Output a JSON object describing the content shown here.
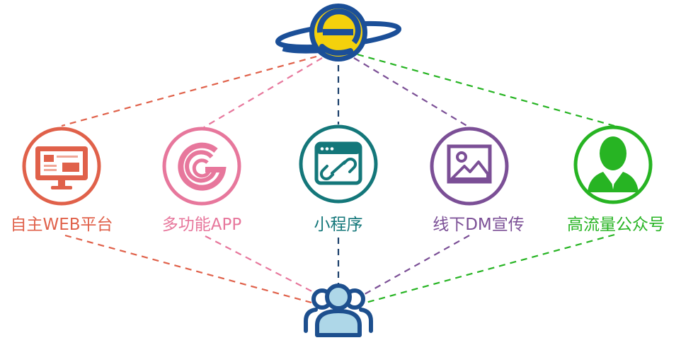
{
  "nodes": [
    {
      "key": "web",
      "label": "自主WEB平台",
      "color": "#e0614a",
      "icon": "monitor-icon"
    },
    {
      "key": "app",
      "label": "多功能APP",
      "color": "#e7779c",
      "icon": "g-logo-icon"
    },
    {
      "key": "mini",
      "label": "小程序",
      "color": "#14777a",
      "icon": "mini-program-icon"
    },
    {
      "key": "dm",
      "label": "线下DM宣传",
      "color": "#7b4f96",
      "icon": "image-icon"
    },
    {
      "key": "wechat",
      "label": "高流量公众号",
      "color": "#27b423",
      "icon": "person-silhouette-icon"
    }
  ],
  "hub": {
    "icon": "e-planet-logo-icon",
    "blue": "#1b4f98",
    "yellow": "#f4d10c"
  },
  "users": {
    "icon": "users-group-icon",
    "stroke": "#1d4f8e",
    "fill": "#aed7e8"
  }
}
